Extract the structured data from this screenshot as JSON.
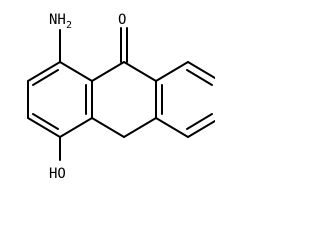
{
  "labels": {
    "amine_n": "NH",
    "amine_sub": "2",
    "carbonyl_o": "O",
    "hydroxyl": "HO"
  }
}
